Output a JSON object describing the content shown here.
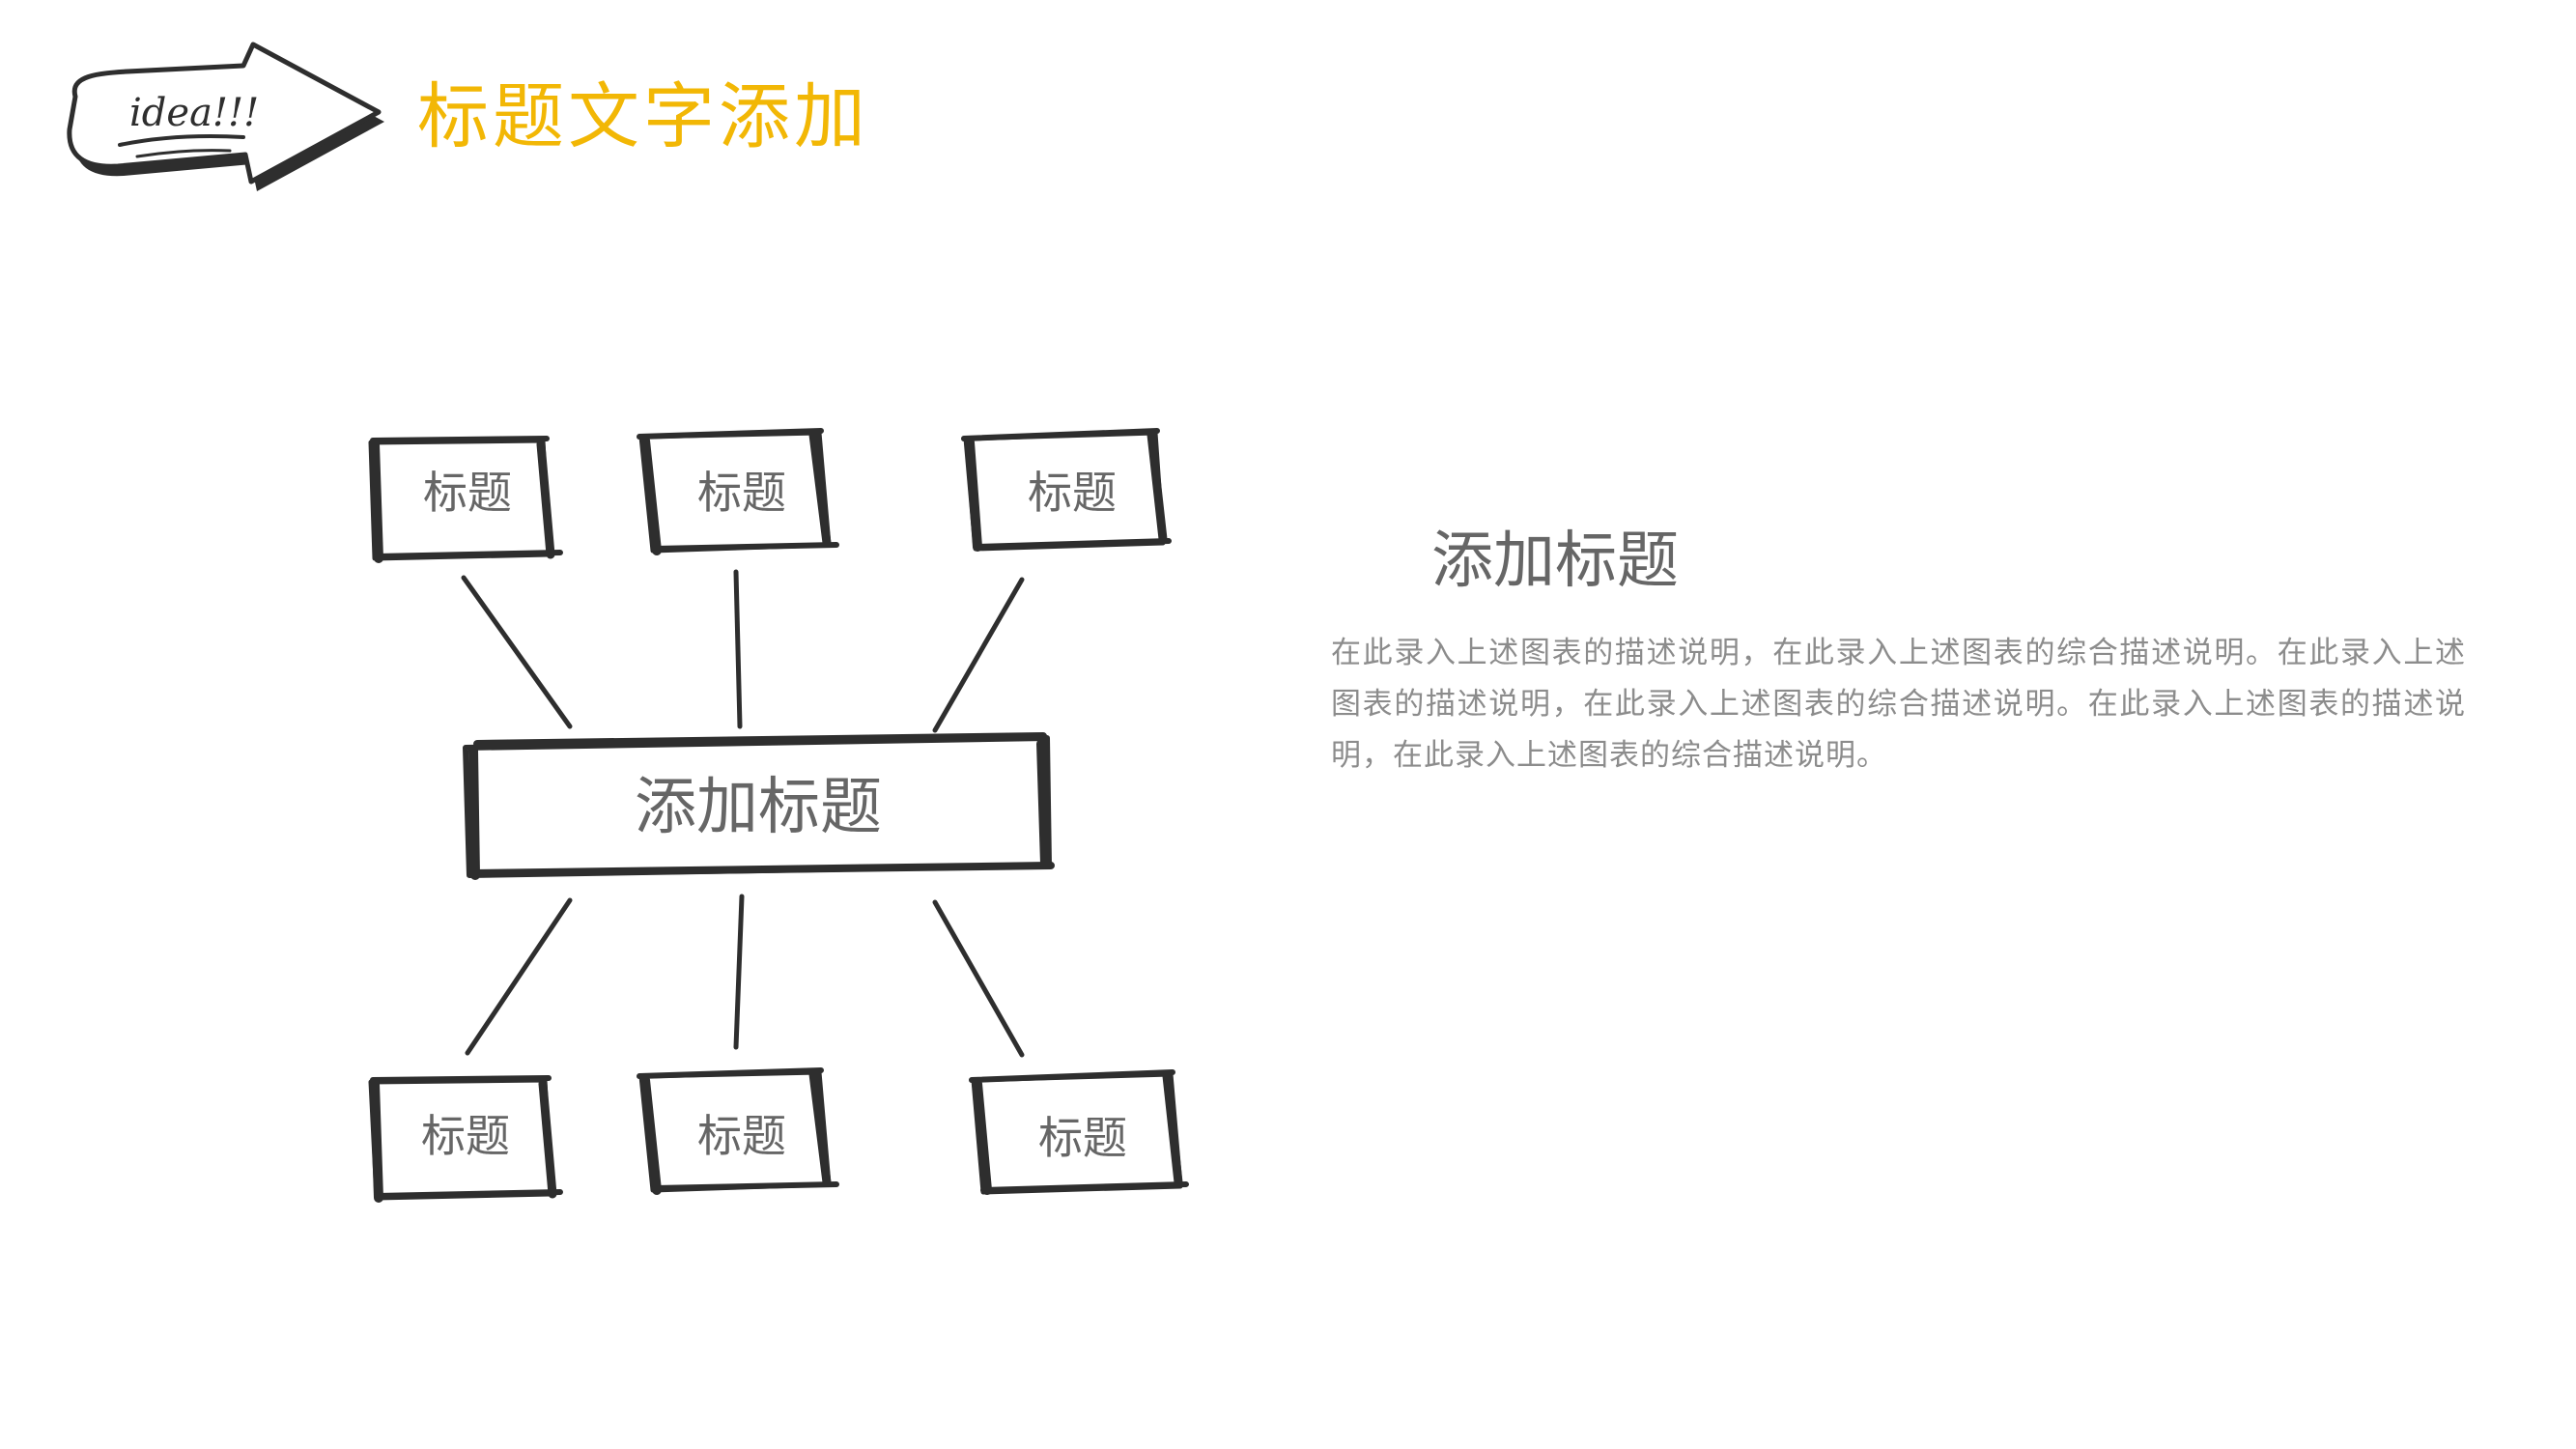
{
  "header": {
    "badge_text": "idea!!!",
    "title": "标题文字添加"
  },
  "diagram": {
    "center": {
      "label": "添加标题"
    },
    "nodes": [
      {
        "label": "标题"
      },
      {
        "label": "标题"
      },
      {
        "label": "标题"
      },
      {
        "label": "标题"
      },
      {
        "label": "标题"
      },
      {
        "label": "标题"
      }
    ]
  },
  "side_panel": {
    "title": "添加标题",
    "body": "在此录入上述图表的描述说明，在此录入上述图表的综合描述说明。在此录入上述图表的描述说明，在此录入上述图表的综合描述说明。在此录入上述图表的描述说明，在此录入上述图表的综合描述说明。"
  },
  "colors": {
    "accent": "#f2b705",
    "ink": "#2e2e2e",
    "text": "#666666",
    "body_text": "#8c8c8c"
  }
}
